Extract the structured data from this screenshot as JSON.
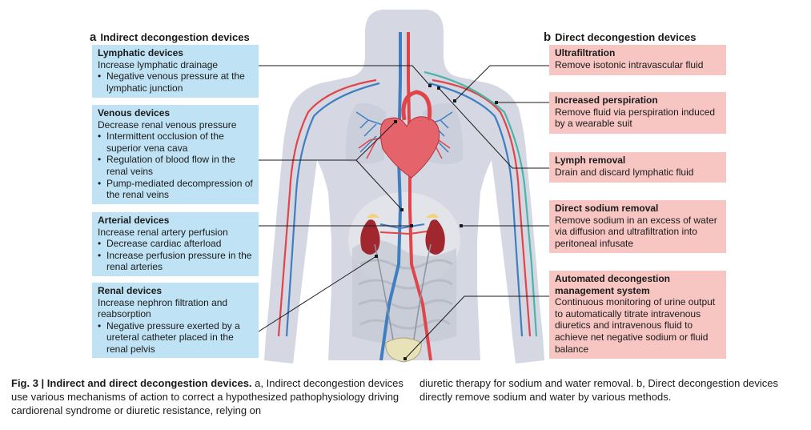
{
  "panel_a": {
    "letter": "a",
    "title": "Indirect decongestion devices",
    "boxes": [
      {
        "title": "Lymphatic devices",
        "desc": "Increase lymphatic drainage",
        "bullets": [
          "Negative venous pressure at the lymphatic junction"
        ]
      },
      {
        "title": "Venous devices",
        "desc": "Decrease renal venous pressure",
        "bullets": [
          "Intermittent occlusion of the superior vena cava",
          "Regulation of blood flow in the renal veins",
          "Pump-mediated decompression of the renal veins"
        ]
      },
      {
        "title": "Arterial devices",
        "desc": "Increase renal artery perfusion",
        "bullets": [
          "Decrease cardiac afterload",
          "Increase perfusion pressure in the renal arteries"
        ]
      },
      {
        "title": "Renal devices",
        "desc": "Increase nephron filtration and reabsorption",
        "bullets": [
          "Negative pressure exerted by a ureteral catheter placed in the renal pelvis"
        ]
      }
    ]
  },
  "panel_b": {
    "letter": "b",
    "title": "Direct decongestion devices",
    "boxes": [
      {
        "title": "Ultrafiltration",
        "desc": "Remove isotonic intravascular fluid"
      },
      {
        "title": "Increased perspiration",
        "desc": "Remove fluid via perspiration induced by a wearable suit"
      },
      {
        "title": "Lymph removal",
        "desc": "Drain and discard lymphatic fluid"
      },
      {
        "title": "Direct sodium removal",
        "desc": "Remove sodium in an excess of water via diffusion and ultrafiltration into peritoneal infusate"
      },
      {
        "title": "Automated decongestion management system",
        "desc": "Continuous monitoring of urine output to automatically titrate intravenous diuretics and intravenous fluid to achieve net negative sodium or fluid balance"
      }
    ]
  },
  "caption": {
    "label": "Fig. 3 | Indirect and direct decongestion devices.",
    "text_left": " a, Indirect decongestion devices use various mechanisms of action to correct a hypothesized pathophysiology driving cardiorenal syndrome or diuretic resistance, relying on",
    "text_right": "diuretic therapy for sodium and water removal. b, Direct decongestion devices directly remove sodium and water by various methods."
  },
  "colors": {
    "box_blue": "#bfe3f5",
    "box_pink": "#f7c6c3",
    "body_silhouette": "#d5d8e2",
    "artery": "#e0454a",
    "vein": "#3f7fc1",
    "lymph": "#4ab5a8",
    "kidney": "#a0272e"
  }
}
